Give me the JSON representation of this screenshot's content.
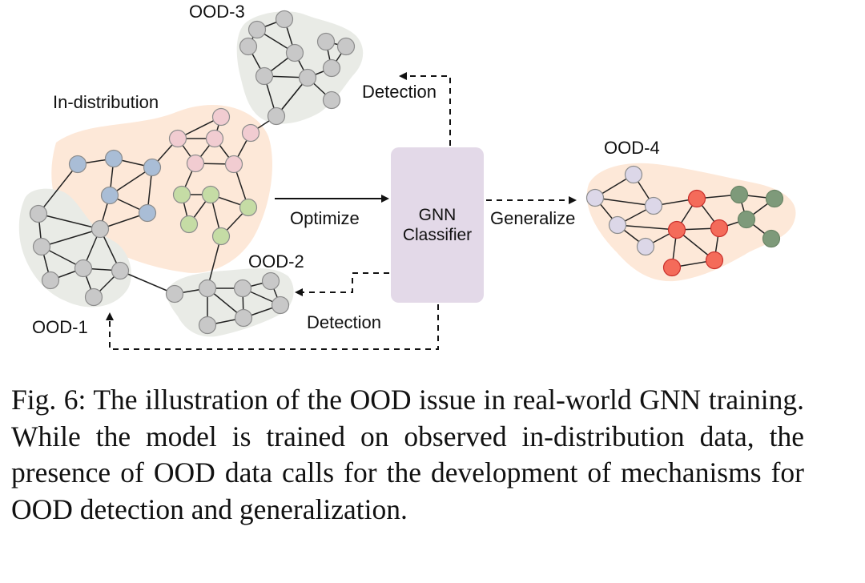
{
  "diagram": {
    "labels": {
      "in_distribution": "In-distribution",
      "ood1": "OOD-1",
      "ood2": "OOD-2",
      "ood3": "OOD-3",
      "ood4": "OOD-4"
    },
    "edges_labels": {
      "optimize": "Optimize",
      "generalize": "Generalize",
      "detection_top": "Detection",
      "detection_bottom": "Detection"
    },
    "classifier": {
      "line1": "GNN",
      "line2": "Classifier"
    },
    "colors": {
      "in_distribution_region": "#fde8d8",
      "ood_region": "#e9ebe6",
      "ood4_region": "#fde8d8",
      "classifier_box": "#e3d9e8",
      "node_gray": "#c8c8c8",
      "node_blue": "#a9bdd6",
      "node_pink": "#f1ccd1",
      "node_green": "#c5dca5",
      "node_lavender": "#dcd7e8",
      "node_red": "#f46b5a",
      "node_darkgreen": "#7e9a7a"
    }
  },
  "caption": {
    "text": "Fig. 6: The illustration of the OOD issue in real-world GNN training. While the model is trained on observed in-distribution data, the presence of OOD data calls for the development of mechanisms for OOD detection and generalization."
  }
}
